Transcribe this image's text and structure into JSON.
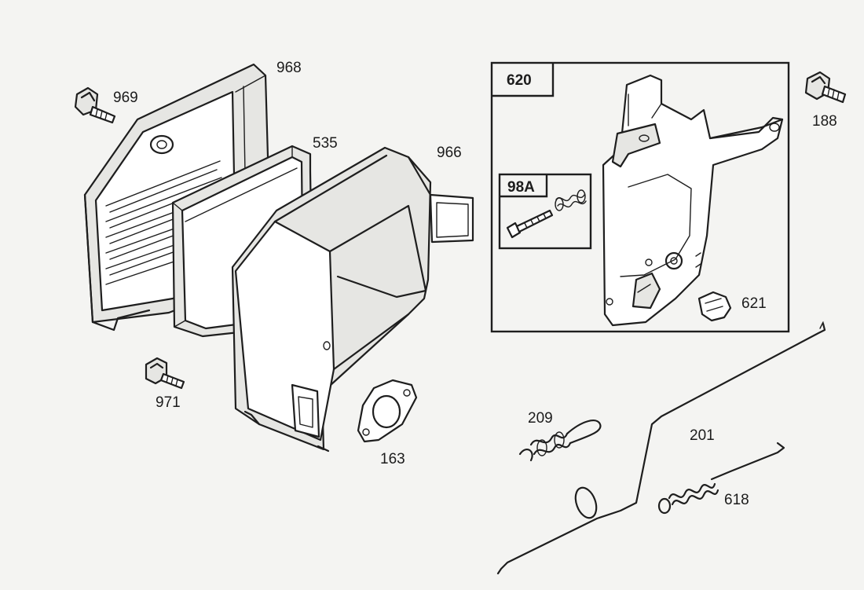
{
  "diagram": {
    "labels": {
      "p968": "968",
      "p969": "969",
      "p535": "535",
      "p966": "966",
      "p971": "971",
      "p163": "163",
      "p620": "620",
      "p98a": "98A",
      "p188": "188",
      "p621": "621",
      "p209": "209",
      "p201": "201",
      "p618": "618"
    }
  }
}
